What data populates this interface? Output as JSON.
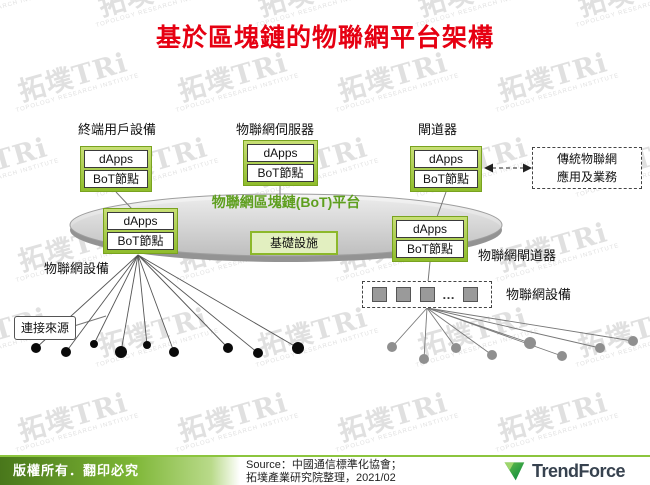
{
  "title": "基於區塊鏈的物聯網平台架構",
  "watermark": {
    "text": "拓墣TRi",
    "subtext": "TOPOLOGY RESEARCH INSTITUTE"
  },
  "top_labels": {
    "end_user": "終端用戶設備",
    "iot_server": "物聯網伺服器",
    "gateway": "閘道器"
  },
  "node_box": {
    "dapps": "dApps",
    "bot": "BoT節點"
  },
  "traditional_box": {
    "line1": "傳統物聯網",
    "line2": "應用及業務"
  },
  "platform": {
    "label": "物聯網區塊鏈(BoT)平台",
    "infrastructure": "基礎設施"
  },
  "side_labels": {
    "iot_devices_left": "物聯網設備",
    "iot_gateway": "物聯網閘道器",
    "iot_devices_right": "物聯網設備",
    "connection_source": "連接來源"
  },
  "devices_box": {
    "ellipsis": "…"
  },
  "footer": {
    "copyright": "版權所有．翻印必究",
    "source_line1": "Source：中國通信標準化協會；",
    "source_line2": "拓墣產業研究院整理，2021/02",
    "brand": "TrendForce"
  },
  "colors": {
    "title_red": "#E60012",
    "node_green": "#8FBC2C",
    "platform_text_green": "#5E9F1E",
    "footer_green": "#8CC53E",
    "brand_navy": "#37424F"
  }
}
